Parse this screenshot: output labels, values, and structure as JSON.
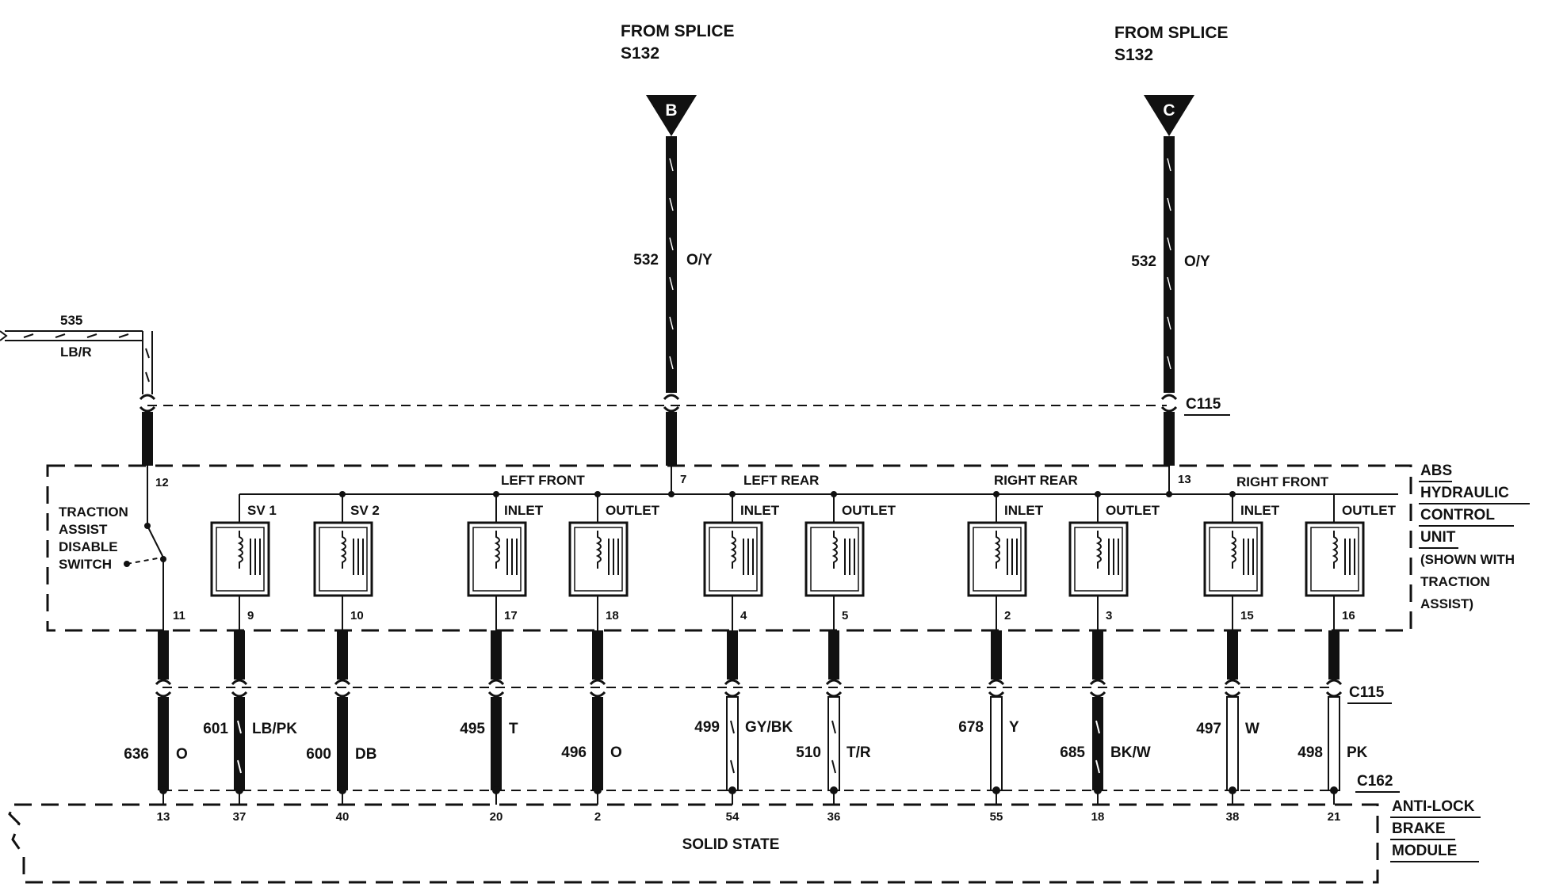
{
  "splices": [
    {
      "heading": "FROM SPLICE",
      "splice_id": "S132",
      "connector_letter": "B",
      "circuit": "532",
      "color": "O/Y",
      "pin": "7"
    },
    {
      "heading": "FROM SPLICE",
      "splice_id": "S132",
      "connector_letter": "C",
      "circuit": "532",
      "color": "O/Y",
      "pin": "13"
    }
  ],
  "switch_input": {
    "circuit": "535",
    "color": "LB/R",
    "pin": "12"
  },
  "connectors": {
    "c115_upper": "C115",
    "c115_lower": "C115",
    "c162": "C162"
  },
  "switch_label": [
    "TRACTION",
    "ASSIST",
    "DISABLE",
    "SWITCH"
  ],
  "hcu_label": [
    "ABS",
    "HYDRAULIC",
    "CONTROL",
    "UNIT",
    "(SHOWN WITH",
    "TRACTION",
    "ASSIST)"
  ],
  "groups": [
    "LEFT FRONT",
    "LEFT REAR",
    "RIGHT REAR",
    "RIGHT FRONT"
  ],
  "valves": [
    {
      "label": "SV 1",
      "hcu_pin": "9"
    },
    {
      "label": "SV 2",
      "hcu_pin": "10"
    },
    {
      "label": "INLET",
      "hcu_pin": "17"
    },
    {
      "label": "OUTLET",
      "hcu_pin": "18"
    },
    {
      "label": "INLET",
      "hcu_pin": "4"
    },
    {
      "label": "OUTLET",
      "hcu_pin": "5"
    },
    {
      "label": "INLET",
      "hcu_pin": "2"
    },
    {
      "label": "OUTLET",
      "hcu_pin": "3"
    },
    {
      "label": "INLET",
      "hcu_pin": "15"
    },
    {
      "label": "OUTLET",
      "hcu_pin": "16"
    }
  ],
  "lower_wires": [
    {
      "circuit": "636",
      "color": "O",
      "hcu_pin": "11",
      "module_pin": "13"
    },
    {
      "circuit": "601",
      "color": "LB/PK",
      "hcu_pin": "9",
      "module_pin": "37"
    },
    {
      "circuit": "600",
      "color": "DB",
      "hcu_pin": "10",
      "module_pin": "40"
    },
    {
      "circuit": "495",
      "color": "T",
      "hcu_pin": "17",
      "module_pin": "20"
    },
    {
      "circuit": "496",
      "color": "O",
      "hcu_pin": "18",
      "module_pin": "2"
    },
    {
      "circuit": "499",
      "color": "GY/BK",
      "hcu_pin": "4",
      "module_pin": "54"
    },
    {
      "circuit": "510",
      "color": "T/R",
      "hcu_pin": "5",
      "module_pin": "36"
    },
    {
      "circuit": "678",
      "color": "Y",
      "hcu_pin": "2",
      "module_pin": "55"
    },
    {
      "circuit": "685",
      "color": "BK/W",
      "hcu_pin": "3",
      "module_pin": "18"
    },
    {
      "circuit": "497",
      "color": "W",
      "hcu_pin": "15",
      "module_pin": "38"
    },
    {
      "circuit": "498",
      "color": "PK",
      "hcu_pin": "16",
      "module_pin": "21"
    }
  ],
  "module": {
    "label": [
      "ANTI-LOCK",
      "BRAKE",
      "MODULE"
    ],
    "inner_text": "SOLID STATE"
  }
}
